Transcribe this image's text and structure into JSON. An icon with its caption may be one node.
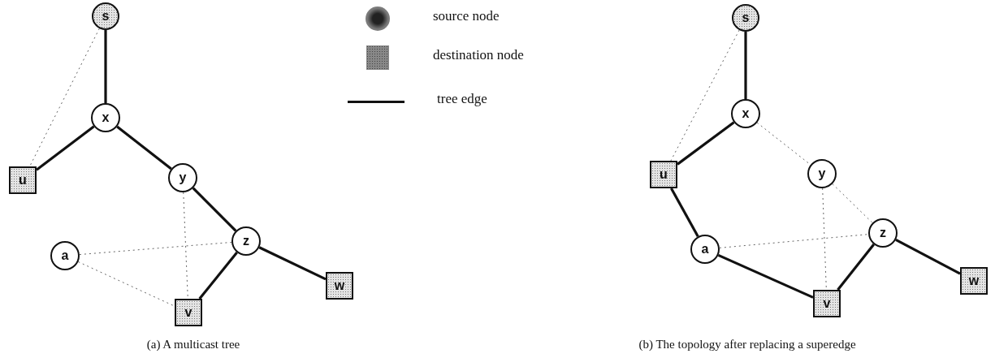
{
  "diagram": {
    "nodes": [
      {
        "text": [
          "s"
        ]
      },
      {
        "text": [
          "x"
        ]
      },
      {
        "text": [
          "u"
        ]
      },
      {
        "text": [
          "y"
        ]
      },
      {
        "text": [
          "a"
        ]
      },
      {
        "text": [
          "z"
        ]
      },
      {
        "text": [
          "w"
        ]
      },
      {
        "text": [
          "v"
        ]
      },
      {
        "text": [
          "s"
        ]
      },
      {
        "text": [
          "x"
        ]
      },
      {
        "text": [
          "u"
        ]
      },
      {
        "text": [
          "y"
        ]
      },
      {
        "text": [
          "a"
        ]
      },
      {
        "text": [
          "z"
        ]
      },
      {
        "text": [
          "w"
        ]
      },
      {
        "text": [
          "v"
        ]
      }
    ],
    "edges": [
      {
        "from": 0,
        "to": 1,
        "arrow": "none"
      },
      {
        "from": 1,
        "to": 2,
        "arrow": "none"
      },
      {
        "from": 1,
        "to": 3,
        "arrow": "none"
      },
      {
        "from": 3,
        "to": 5,
        "arrow": "none"
      },
      {
        "from": 5,
        "to": 6,
        "arrow": "none"
      },
      {
        "from": 5,
        "to": 7,
        "arrow": "none"
      },
      {
        "from": 0,
        "to": 2,
        "arrow": "none",
        "style": "dashed"
      },
      {
        "from": 4,
        "to": 5,
        "arrow": "none",
        "style": "dashed"
      },
      {
        "from": 3,
        "to": 7,
        "arrow": "none",
        "style": "dashed"
      },
      {
        "from": 4,
        "to": 7,
        "arrow": "none",
        "style": "dashed"
      },
      {
        "from": 8,
        "to": 9,
        "arrow": "none"
      },
      {
        "from": 9,
        "to": 10,
        "arrow": "none"
      },
      {
        "from": 10,
        "to": 12,
        "arrow": "none"
      },
      {
        "from": 12,
        "to": 15,
        "arrow": "none"
      },
      {
        "from": 15,
        "to": 13,
        "arrow": "none"
      },
      {
        "from": 13,
        "to": 14,
        "arrow": "none"
      },
      {
        "from": 8,
        "to": 10,
        "arrow": "none",
        "style": "dashed"
      },
      {
        "from": 9,
        "to": 11,
        "arrow": "none",
        "style": "dashed"
      },
      {
        "from": 11,
        "to": 13,
        "arrow": "none",
        "style": "dashed"
      },
      {
        "from": 11,
        "to": 15,
        "arrow": "none",
        "style": "dashed"
      },
      {
        "from": 12,
        "to": 13,
        "arrow": "none",
        "style": "dashed"
      }
    ],
    "labels": [
      "(a) A multicast tree",
      "(b) The topology after replacing a superedge"
    ],
    "legend": [
      {
        "text": "source node"
      },
      {
        "text": "destination node"
      },
      {
        "text": "tree edge"
      }
    ]
  }
}
